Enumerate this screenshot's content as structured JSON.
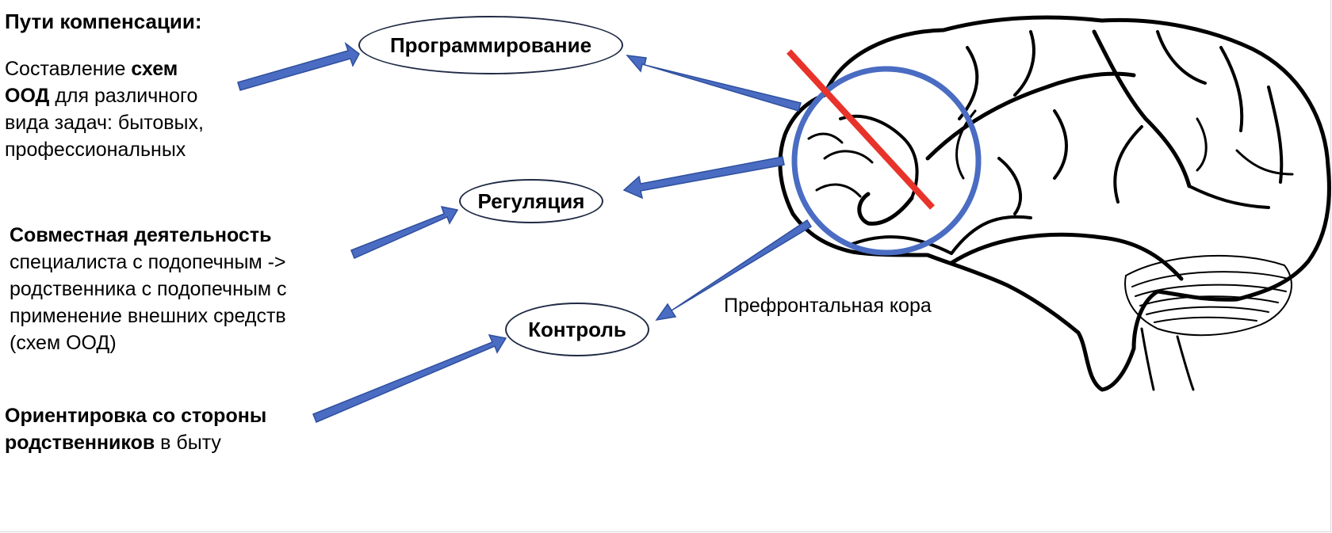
{
  "title": "Пути компенсации:",
  "blocks": {
    "block1": {
      "line1_normal": "Составление ",
      "line1_bold": "схем",
      "line2_bold": "ООД",
      "line2_normal": " для различного",
      "line3": "вида задач: бытовых,",
      "line4": "профессиональных"
    },
    "block2": {
      "line1_bold": "Совместная деятельность",
      "line2": "специалиста с подопечным ->",
      "line3": "родственника с подопечным с",
      "line4": "применение внешних средств",
      "line5": "(схем ООД)"
    },
    "block3": {
      "line1_bold": "Ориентировка со стороны",
      "line2_bold": "родственников",
      "line2_normal": " в быту"
    }
  },
  "nodes": {
    "programming": "Программирование",
    "regulation": "Регуляция",
    "control": "Контроль"
  },
  "brain": {
    "label": "Префронтальная кора"
  },
  "colors": {
    "arrow": "#4a6cc2",
    "arrow_outline": "#2f4f9e",
    "circle": "#4a6cc2",
    "strike": "#e8332a",
    "brain_outline": "#000000"
  },
  "icons": {
    "brain": "brain-illustration",
    "arrow": "block-arrow",
    "strike": "red-cross-line"
  }
}
